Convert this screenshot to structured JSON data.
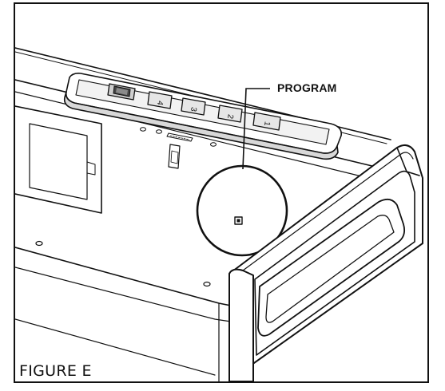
{
  "figure": {
    "caption": "FIGURE E"
  },
  "callout": {
    "label": "PROGRAM"
  },
  "keypad": {
    "keys": [
      "4",
      "3",
      "2",
      "1"
    ]
  },
  "colors": {
    "line": "#111111",
    "keypad_fill": "#d8d8d8",
    "key_fill": "#e6e6e6",
    "dark_fill": "#444444"
  }
}
